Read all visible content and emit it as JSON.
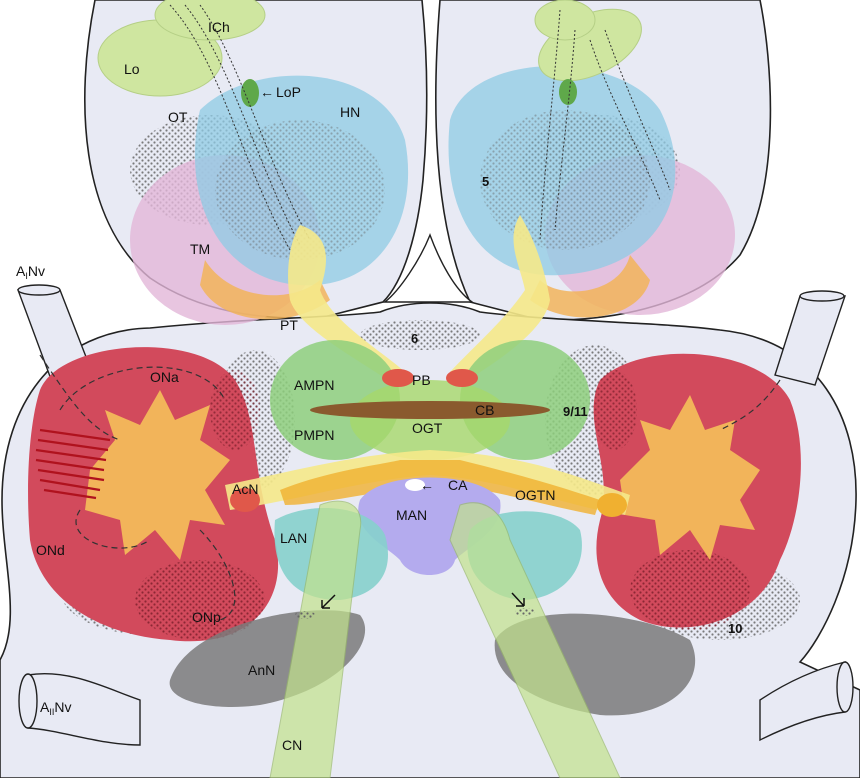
{
  "figure": {
    "labels": {
      "Lo": "Lo",
      "ICh": "ICh",
      "LoP": "LoP",
      "OT": "OT",
      "HN": "HN",
      "TM": "TM",
      "five": "5",
      "PT": "PT",
      "six": "6",
      "PB": "PB",
      "AMPN": "AMPN",
      "PMPN": "PMPN",
      "OGT": "OGT",
      "CB": "CB",
      "nine_eleven": "9/11",
      "ONa": "ONa",
      "ONd": "ONd",
      "ONp": "ONp",
      "AcN": "AcN",
      "CA": "CA",
      "OGTN": "OGTN",
      "MAN": "MAN",
      "LAN": "LAN",
      "AnN": "AnN",
      "CN": "CN",
      "ten": "10"
    },
    "nerves": {
      "a1": {
        "main": "A",
        "sub": "I",
        "rest": "Nv"
      },
      "a2": {
        "main": "A",
        "sub": "II",
        "rest": "Nv"
      }
    },
    "arrows": {
      "LoP": "←",
      "CA": "←"
    },
    "colors": {
      "outline": "#e8eaf4",
      "lobula": "#cfe6a0",
      "hemiellipsoid": "#8fcbe4",
      "terminal_medulla": "#e2b6d8",
      "olfactory_lobe": "#d24a5c",
      "olfactory_core": "#f2b45a",
      "tract_yellow": "#f5e98a",
      "median_neuropil": "#8ecf7c",
      "central_body": "#8a5a2e",
      "protocerebral_bridge": "#e0584a",
      "man": "#b4abee",
      "lan": "#86d0cc",
      "ann": "#7a7a7a"
    }
  }
}
